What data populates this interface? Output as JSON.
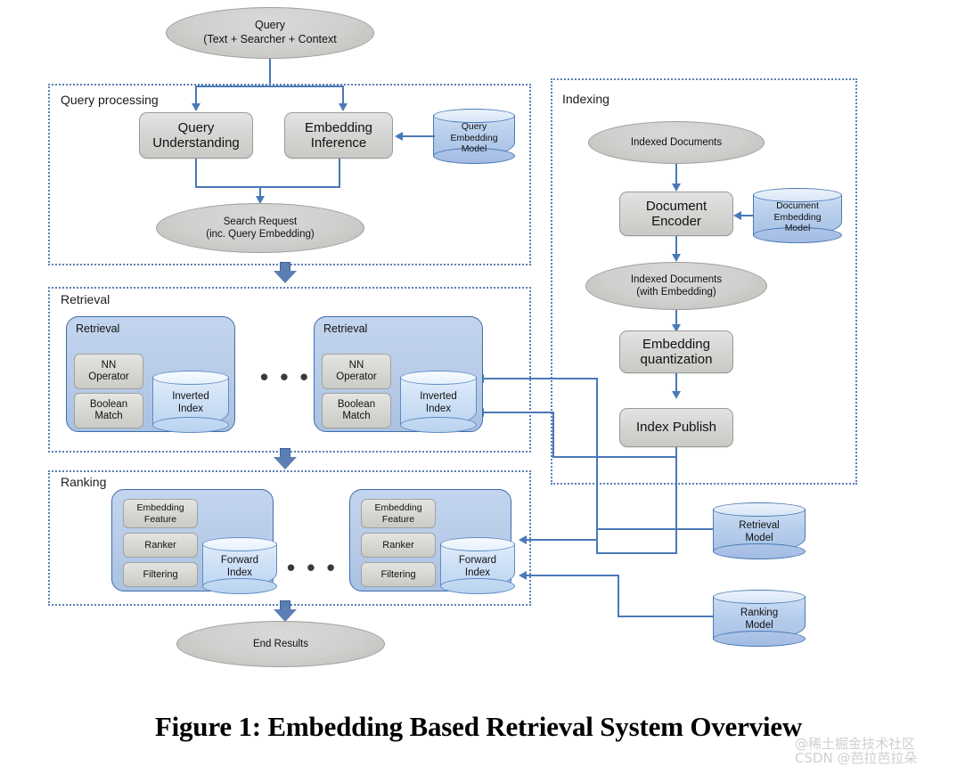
{
  "figure": {
    "caption": "Figure 1: Embedding Based Retrieval System Overview",
    "caption_font_size": "31px"
  },
  "colors": {
    "accent_blue": "#4a79b8",
    "section_border": "#5b7fb4",
    "shard_fill": "#b7cbe8",
    "shard_border": "#3f6cab",
    "grey_box_fill": "#d6d6d4",
    "grey_box_border": "#9a9a98",
    "cylinder_fill": "#b9cfec",
    "cylinder_border": "#4a7ab5",
    "background": "#ffffff"
  },
  "top": {
    "query_ellipse": {
      "line1": "Query",
      "line2": "(Text + Searcher + Context"
    }
  },
  "sections": {
    "query_processing": {
      "label": "Query processing"
    },
    "indexing": {
      "label": "Indexing"
    },
    "retrieval": {
      "label": "Retrieval"
    },
    "ranking": {
      "label": "Ranking"
    }
  },
  "query_processing": {
    "query_understanding": {
      "line1": "Query",
      "line2": "Understanding"
    },
    "embedding_inference": {
      "line1": "Embedding",
      "line2": "Inference"
    },
    "query_embedding_model": {
      "line1": "Query",
      "line2": "Embedding",
      "line3": "Model"
    },
    "search_request": {
      "line1": "Search Request",
      "line2": "(inc. Query Embedding)"
    }
  },
  "indexing": {
    "indexed_documents": {
      "line1": "Indexed Documents"
    },
    "document_encoder": {
      "line1": "Document",
      "line2": "Encoder"
    },
    "document_embedding_model": {
      "line1": "Document",
      "line2": "Embedding",
      "line3": "Model"
    },
    "indexed_documents_with_embedding": {
      "line1": "Indexed Documents",
      "line2": "(with Embedding)"
    },
    "embedding_quantization": {
      "line1": "Embedding",
      "line2": "quantization"
    },
    "index_publish": {
      "line1": "Index Publish"
    }
  },
  "retrieval": {
    "ellipsis": "• • •",
    "shards": [
      {
        "title": "Retrieval",
        "op1": {
          "line1": "NN",
          "line2": "Operator"
        },
        "op2": {
          "line1": "Boolean",
          "line2": "Match"
        },
        "store": {
          "line1": "Inverted",
          "line2": "Index"
        }
      },
      {
        "title": "Retrieval",
        "op1": {
          "line1": "NN",
          "line2": "Operator"
        },
        "op2": {
          "line1": "Boolean",
          "line2": "Match"
        },
        "store": {
          "line1": "Inverted",
          "line2": "Index"
        }
      }
    ]
  },
  "ranking": {
    "ellipsis": "• • •",
    "shards": [
      {
        "op1": {
          "line1": "Embedding",
          "line2": "Feature"
        },
        "op2": {
          "line1": "Ranker"
        },
        "op3": {
          "line1": "Filtering"
        },
        "store": {
          "line1": "Forward",
          "line2": "Index"
        }
      },
      {
        "op1": {
          "line1": "Embedding",
          "line2": "Feature"
        },
        "op2": {
          "line1": "Ranker"
        },
        "op3": {
          "line1": "Filtering"
        },
        "store": {
          "line1": "Forward",
          "line2": "Index"
        }
      }
    ]
  },
  "models": {
    "retrieval_model": {
      "line1": "Retrieval",
      "line2": "Model"
    },
    "ranking_model": {
      "line1": "Ranking",
      "line2": "Model"
    }
  },
  "bottom": {
    "end_results": {
      "line1": "End Results"
    }
  },
  "watermark": {
    "line1": "@稀土掘金技术社区",
    "line2": "CSDN @芭拉芭拉朵"
  }
}
